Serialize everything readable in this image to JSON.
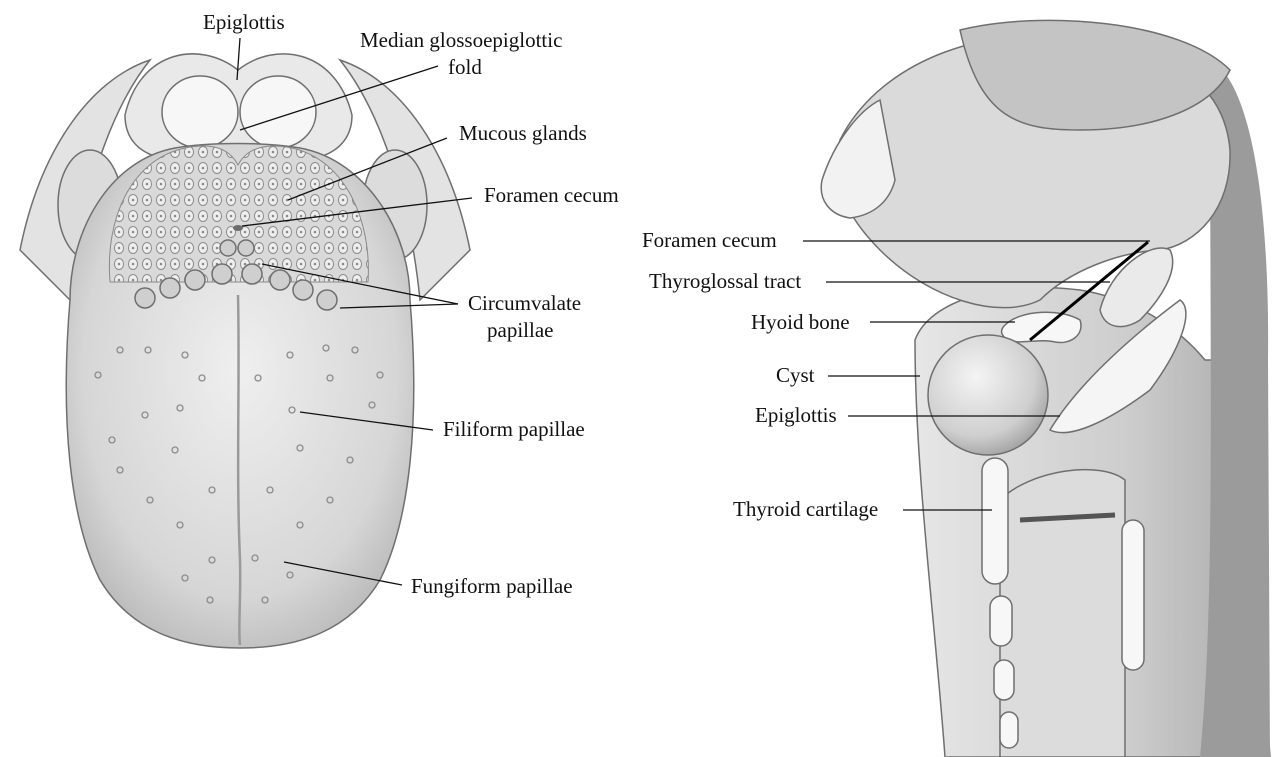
{
  "tongue_panel": {
    "labels": {
      "epiglottis": "Epiglottis",
      "median_fold_line1": "Median glossoepiglottic",
      "median_fold_line2": "fold",
      "mucous_glands": "Mucous glands",
      "foramen_cecum": "Foramen cecum",
      "circumvallate_line1": "Circumvalate",
      "circumvallate_line2": "papillae",
      "filiform": "Filiform papillae",
      "fungiform": "Fungiform papillae"
    }
  },
  "sagittal_panel": {
    "labels": {
      "foramen_cecum": "Foramen cecum",
      "thyroglossal_tract": "Thyroglossal tract",
      "hyoid_bone": "Hyoid bone",
      "cyst": "Cyst",
      "epiglottis": "Epiglottis",
      "thyroid_cartilage": "Thyroid cartilage"
    }
  }
}
